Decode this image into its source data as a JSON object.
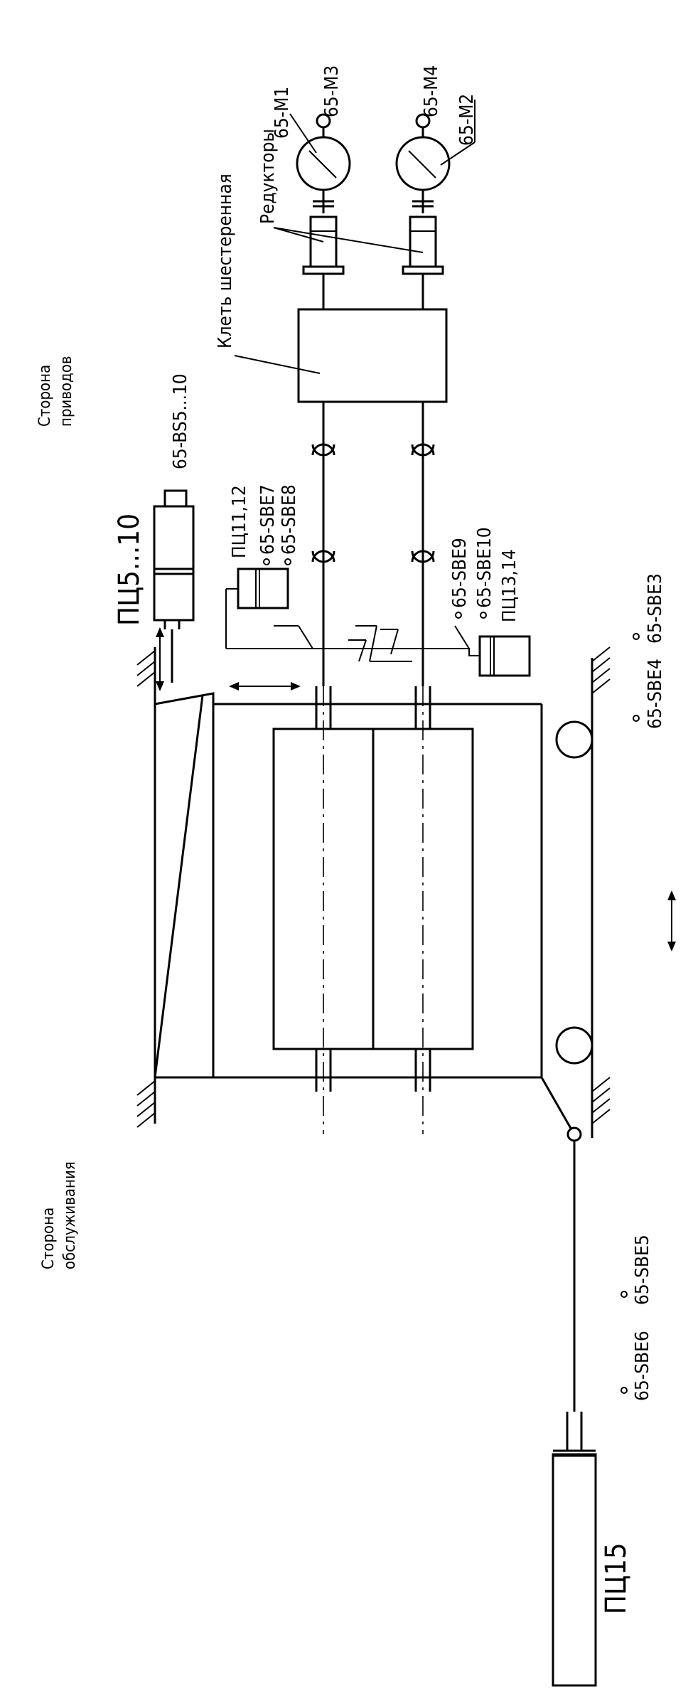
{
  "labels": {
    "side_drives": "Сторона приводов",
    "side_service": "Сторона обслуживания",
    "motor_m1": "65-M1",
    "motor_m2": "65-M2",
    "motor_m3": "65-M3",
    "motor_m4": "65-M4",
    "reducers": "Редукторы",
    "gear_stand": "Клеть шестеренная",
    "cyl_pc5_10": "ПЦ5...10",
    "sensor_bs": "65-BS5...10",
    "cyl_pc11_12": "ПЦ11,12",
    "cyl_pc13_14": "ПЦ13,14",
    "cyl_pc15": "ПЦ15",
    "sbe7": "65-SBE7",
    "sbe8": "65-SBE8",
    "sbe9": "65-SBE9",
    "sbe10": "65-SBE10",
    "sbe3": "65-SBE3",
    "sbe4": "65-SBE4",
    "sbe5": "65-SBE5",
    "sbe6": "65-SBE6"
  }
}
